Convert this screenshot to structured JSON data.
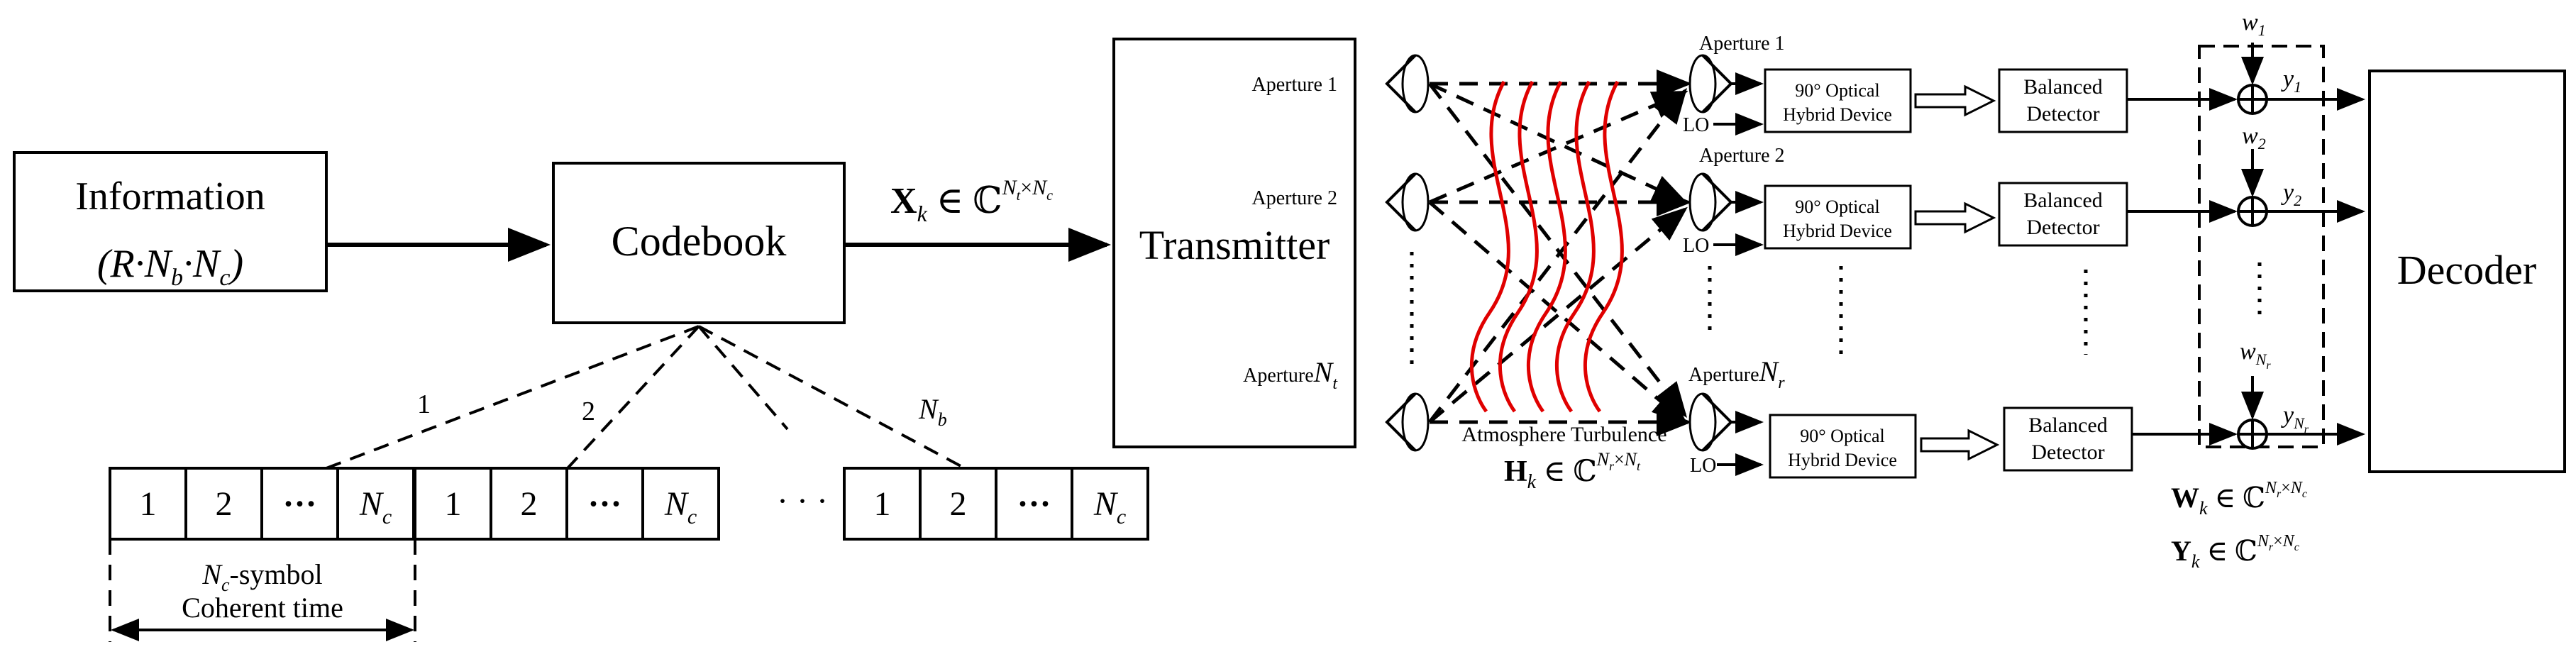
{
  "blocks": {
    "information": {
      "title": "Information",
      "formula": "(R·N_b·N_c)"
    },
    "codebook": "Codebook",
    "transmitter": "Transmitter",
    "decoder": "Decoder"
  },
  "signals": {
    "xk": {
      "var": "X",
      "sub": "k",
      "space": "∈ ℂ",
      "sup": "N_t×N_c"
    },
    "hk": {
      "var": "H",
      "sub": "k",
      "space": "∈ ℂ",
      "sup": "N_r×N_t"
    },
    "wk": {
      "var": "W",
      "sub": "k",
      "space": "∈ ℂ",
      "sup": "N_r×N_c"
    },
    "yk": {
      "var": "Y",
      "sub": "k",
      "space": "∈ ℂ",
      "sup": "N_r×N_c"
    }
  },
  "frame": {
    "cells": [
      "1",
      "2",
      "···",
      "N_c",
      "1",
      "2",
      "···",
      "N_c",
      "1",
      "2",
      "···",
      "N_c"
    ],
    "between_dots": "· · ·",
    "branch_labels": [
      "1",
      "2",
      "N_b"
    ],
    "bracket_line1": "N_c-symbol",
    "bracket_line2": "Coherent time"
  },
  "tx_apertures": [
    "Aperture 1",
    "Aperture 2",
    "Aperture N_t"
  ],
  "rx_apertures": [
    "Aperture 1",
    "Aperture 2",
    "Aperture N_r"
  ],
  "channel_label": "Atmosphere Turbulence",
  "lo_label": "LO",
  "hybrid_label": [
    "90° Optical",
    "Hybrid Device"
  ],
  "detector_label": [
    "Balanced",
    "Detector"
  ],
  "noise_labels": [
    "w_1",
    "w_2",
    "w_N_r"
  ],
  "output_labels": [
    "y_1",
    "y_2",
    "y_N_r"
  ],
  "colors": {
    "turbulence": "#e00000",
    "line": "#000000"
  }
}
